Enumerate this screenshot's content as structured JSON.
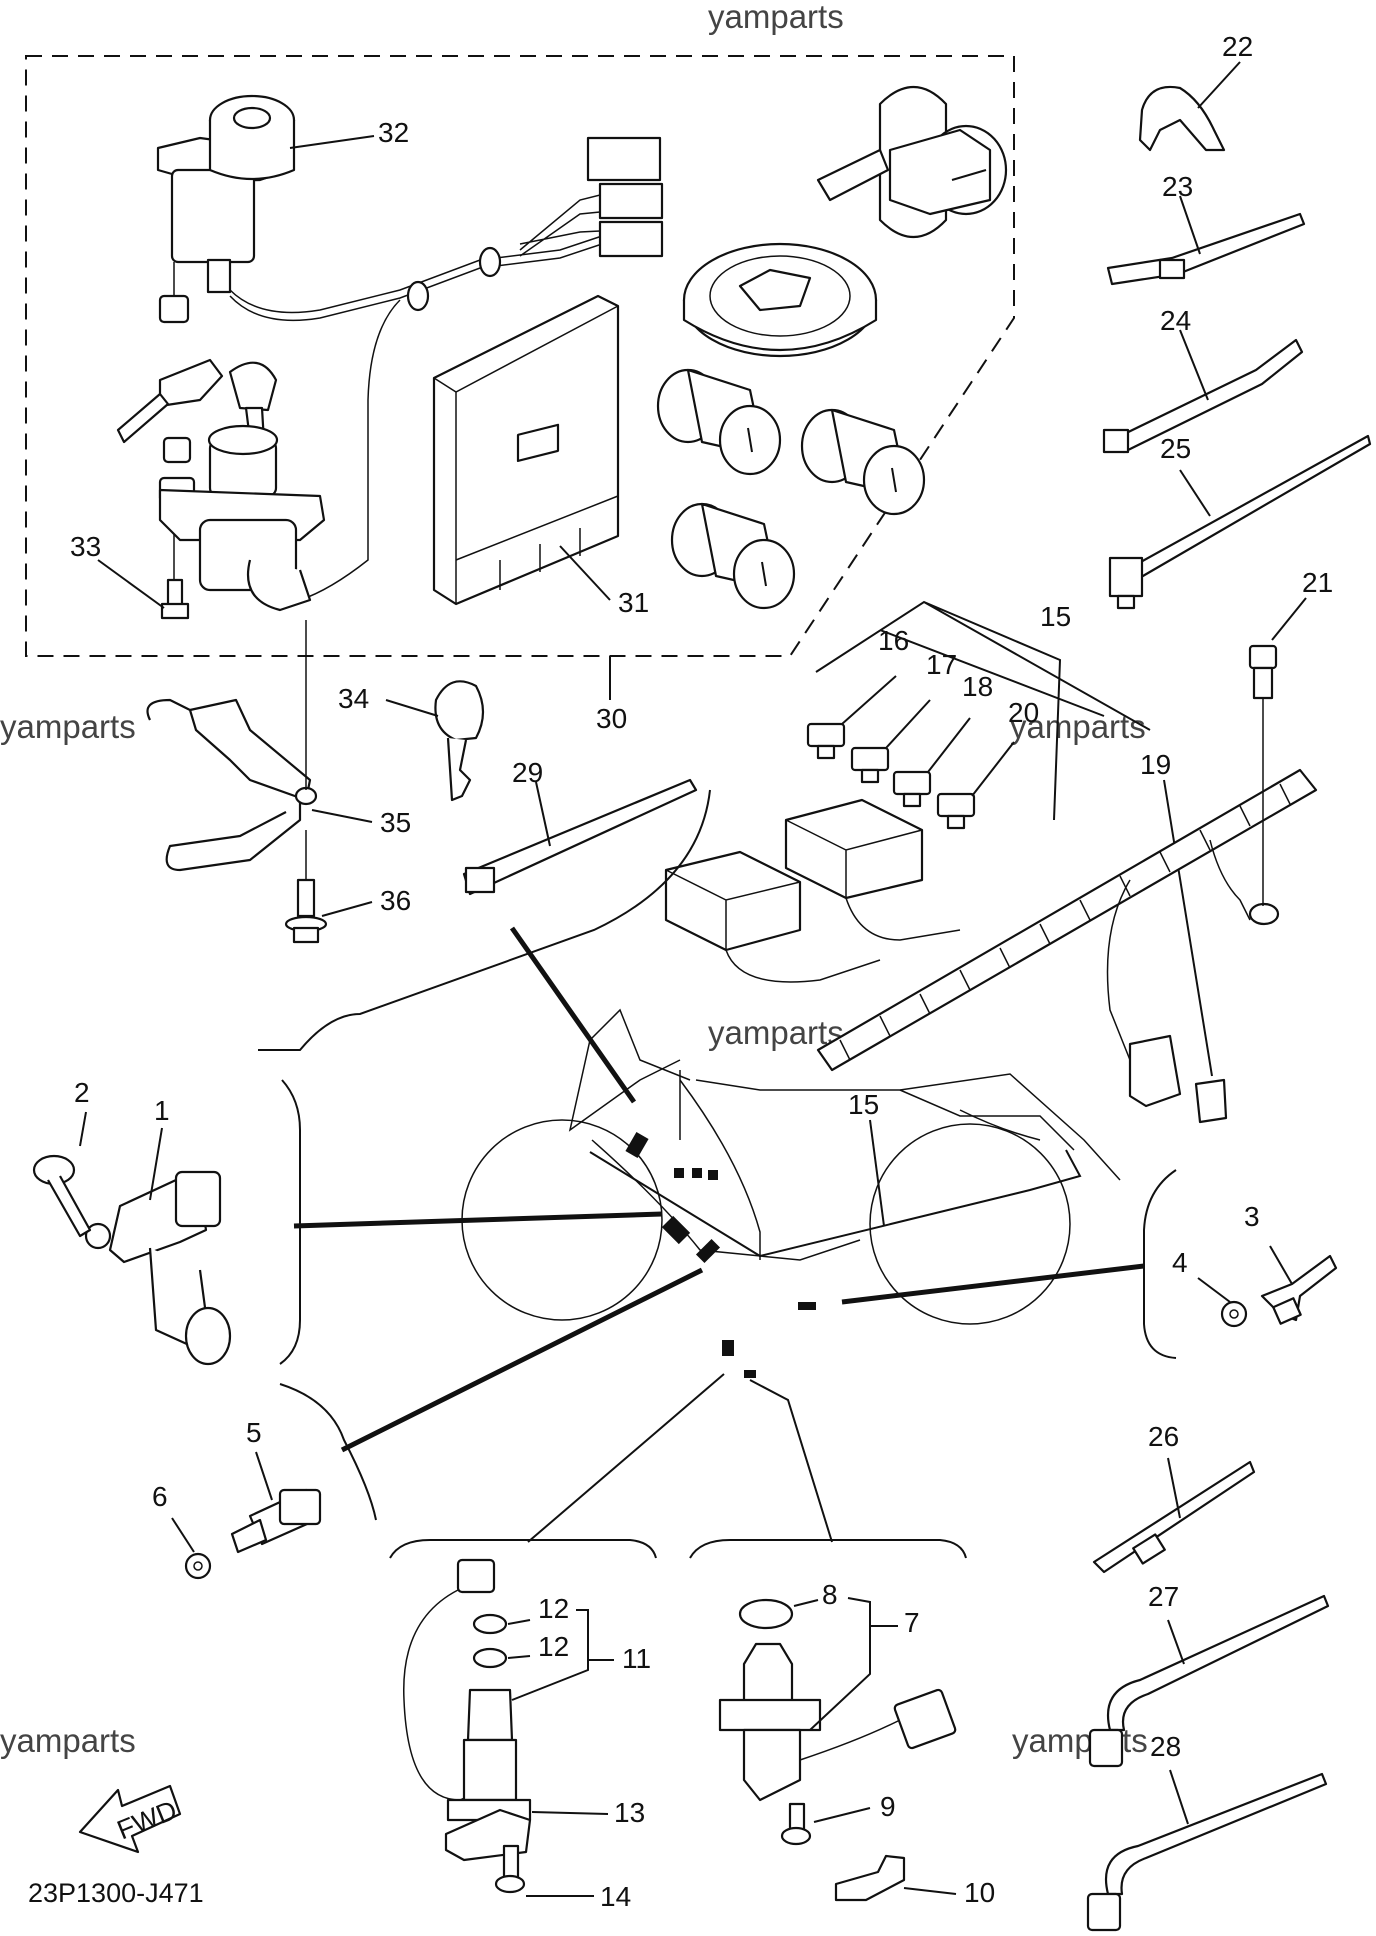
{
  "watermarks": [
    "yamparts",
    "yamparts",
    "yamparts",
    "yamparts",
    "yamparts",
    "yamparts"
  ],
  "diagram_code": "23P1300-J471",
  "fwd_arrow_text": "FWD",
  "callouts": {
    "c1": "1",
    "c2": "2",
    "c3": "3",
    "c4": "4",
    "c5": "5",
    "c6": "6",
    "c7": "7",
    "c8": "8",
    "c9": "9",
    "c10": "10",
    "c11": "11",
    "c12a": "12",
    "c12b": "12",
    "c13": "13",
    "c14": "14",
    "c15a": "15",
    "c15b": "15",
    "c16": "16",
    "c17": "17",
    "c18": "18",
    "c19": "19",
    "c20": "20",
    "c21": "21",
    "c22": "22",
    "c23": "23",
    "c24": "24",
    "c25": "25",
    "c26": "26",
    "c27": "27",
    "c28": "28",
    "c29": "29",
    "c30": "30",
    "c31": "31",
    "c32": "32",
    "c33": "33",
    "c34": "34",
    "c35": "35",
    "c36": "36"
  }
}
